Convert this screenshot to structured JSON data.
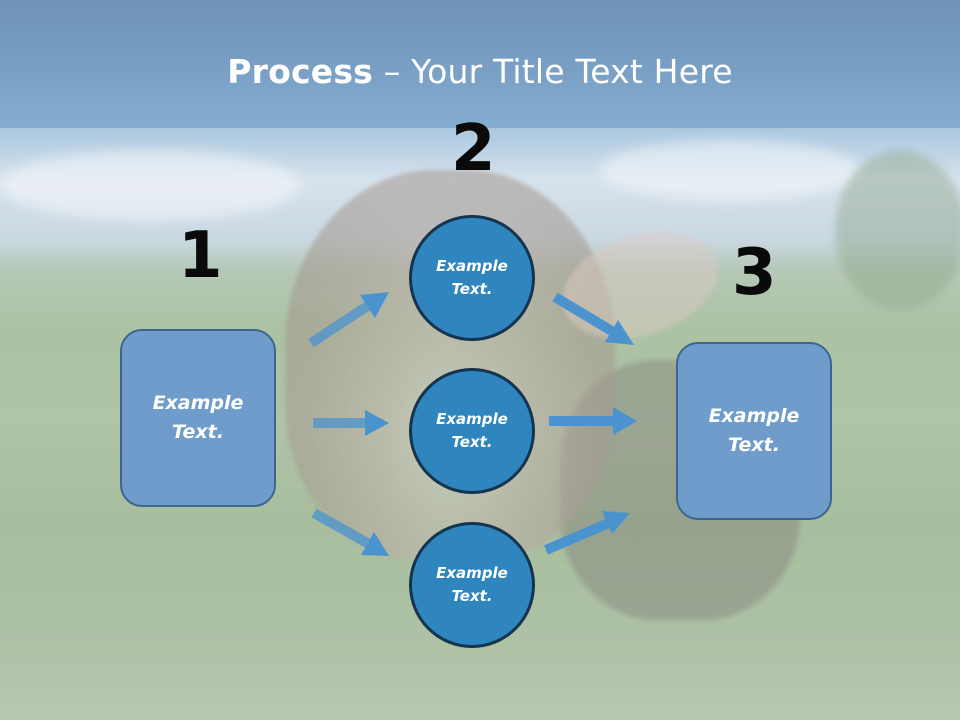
{
  "slide": {
    "title_bold": "Process",
    "title_rest": " – Your Title Text Here"
  },
  "steps": {
    "one": "1",
    "two": "2",
    "three": "3"
  },
  "left_box": {
    "text": "Example\nText."
  },
  "circles": [
    {
      "text": "Example\nText."
    },
    {
      "text": "Example\nText."
    },
    {
      "text": "Example\nText."
    }
  ],
  "right_box": {
    "text": "Example\nText."
  },
  "colors": {
    "box_fill": "#6f9ccb",
    "circle_fill": "#2f86bf",
    "arrow": "#4a93cf",
    "title_band": "#4d80b2"
  }
}
